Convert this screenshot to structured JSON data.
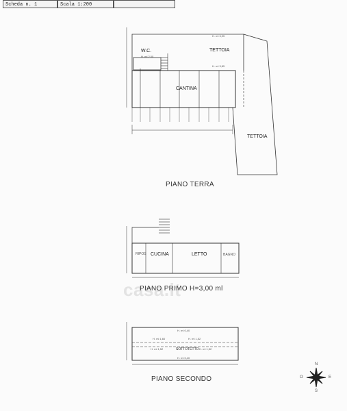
{
  "header": {
    "sheet_label": "Scheda n. 1",
    "scale_label": "Scala 1:200"
  },
  "ground_floor": {
    "title": "PIANO TERRA",
    "rooms": {
      "wc": "W.C.",
      "tettoia_top": "TETTOIA",
      "cantina": "CANTINA",
      "tettoia_side": "TETTOIA"
    },
    "notes": {
      "wc_height": "H. ml 2,00",
      "top_height": "H. ml 3,95",
      "mid_height": "H. ml 3,85"
    }
  },
  "first_floor": {
    "title": "PIANO PRIMO H=3,00 ml",
    "rooms": {
      "corridor": "RIPOS",
      "kitchen": "CUCINA",
      "bedroom": "LETTO",
      "bathroom": "BAGNO"
    }
  },
  "second_floor": {
    "title": "PIANO SECONDO",
    "rooms": {
      "attic": "SOTTOTETTO"
    },
    "notes": {
      "h1": "H. ml 0,40",
      "h2": "H. ml 1,60",
      "h3": "H. ml 1,52",
      "h4": "H. ml 1,52",
      "h5": "H. ml 1,52",
      "h6": "H. ml 0,40"
    }
  },
  "compass": {
    "n": "N",
    "s": "S",
    "e": "E",
    "o": "O"
  },
  "watermark": "casa.it"
}
